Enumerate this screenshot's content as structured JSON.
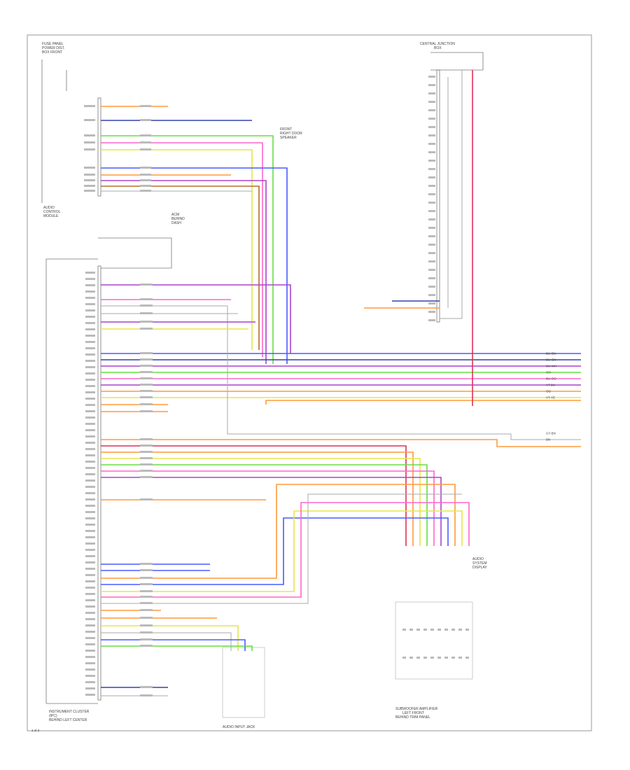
{
  "title_lines": [
    "AUDIO SYSTEM",
    "WIRING DIAGRAM"
  ],
  "footnote": "1 of 2",
  "components": {
    "top_left": [
      "FUSE PANEL",
      "POWER DIST.",
      "BOX FRONT"
    ],
    "top_right": [
      "CENTRAL JUNCTION",
      "BOX"
    ],
    "left_mid": [
      "AUDIO",
      "CONTROL",
      "MODULE"
    ],
    "main": [
      "ACM",
      "BEHIND",
      "DASH"
    ],
    "bottom_left": [
      "INSTRUMENT CLUSTER",
      "(IPC)",
      "BEHIND LEFT CENTER"
    ],
    "bottom_mid": [
      "AUDIO INPUT JACK"
    ],
    "bottom_right": [
      "SUBWOOFER AMPLIFIER",
      "LEFT FRONT",
      "BEHIND TRIM PANEL"
    ],
    "right_mid_a": [
      "FRONT",
      "RIGHT DOOR",
      "SPEAKER"
    ],
    "right_mid_b": [
      "AUDIO",
      "SYSTEM",
      "DISPLAY"
    ]
  },
  "right_labels": [
    "BU-BN",
    "BU-GN",
    "BU-WH",
    "GN",
    "BU-OG",
    "VT-BU",
    "OG",
    "VT-YE",
    "GY-BN",
    "BN"
  ],
  "wire_colors": {
    "orange": "#ff9a3c",
    "blue": "#4a5cff",
    "green": "#66dd44",
    "pink": "#ff66cc",
    "violet": "#aa44cc",
    "yellow": "#e6e64a",
    "gray": "#aaaaaa",
    "brown": "#b07030",
    "red": "#e0305a",
    "navy": "#3344aa"
  }
}
